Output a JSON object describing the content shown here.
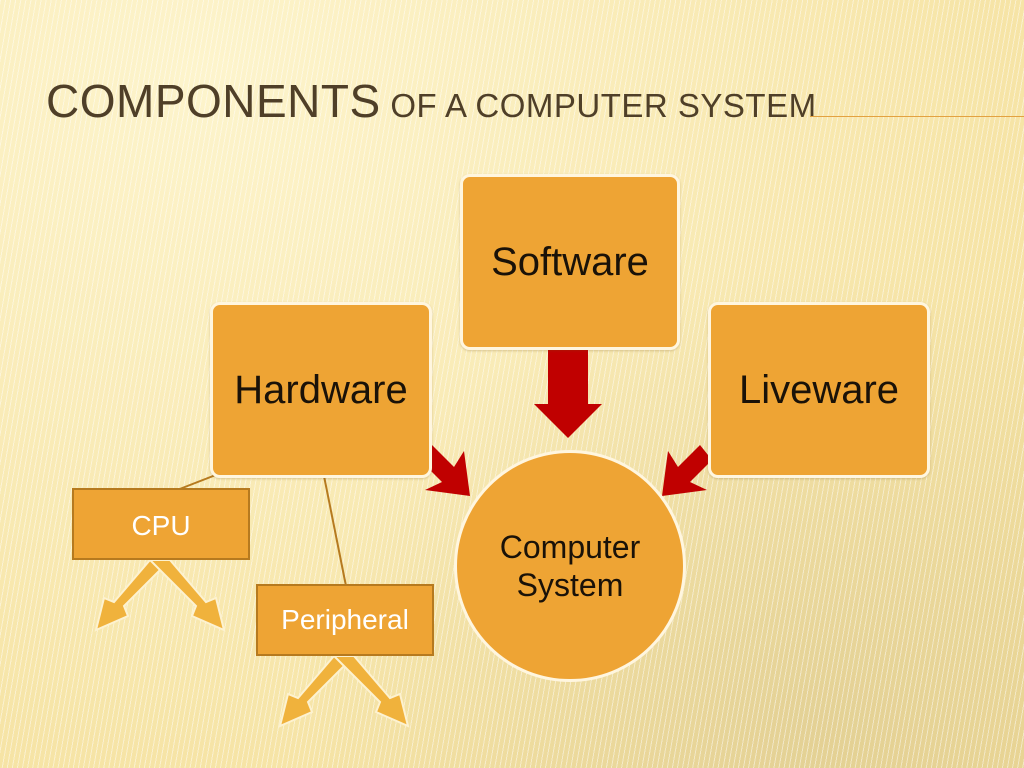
{
  "slide": {
    "title_main": "COMPONENTS",
    "title_sub": " OF A COMPUTER SYSTEM"
  },
  "diagram": {
    "center": "Computer\nSystem",
    "nodes": {
      "software": "Software",
      "hardware": "Hardware",
      "liveware": "Liveware"
    },
    "hardware_parts": {
      "cpu": "CPU",
      "peripheral": "Peripheral"
    }
  },
  "colors": {
    "box_fill": "#eea434",
    "arrow_red": "#c00000",
    "title_text": "#4f3f28",
    "connector": "#b67a1f"
  }
}
